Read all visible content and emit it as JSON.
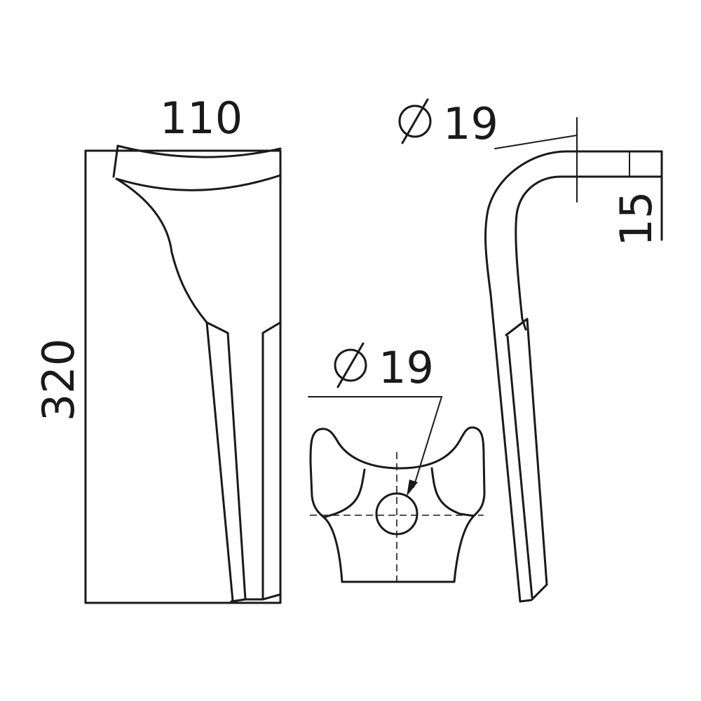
{
  "dimensions": {
    "width": "110",
    "height": "320",
    "hole_top": "19",
    "hole_front": "19",
    "offset": "15"
  },
  "symbols": {
    "diameter": "diameter-symbol"
  }
}
